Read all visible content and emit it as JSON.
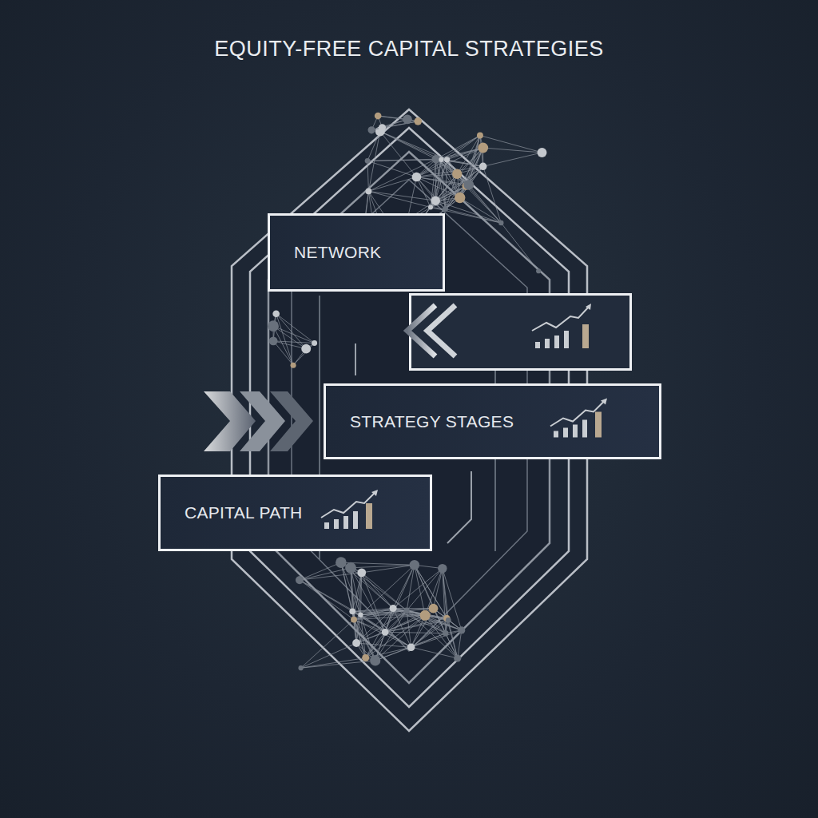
{
  "diagram": {
    "title": "EQUITY-FREE CAPITAL STRATEGIES",
    "nodes": [
      {
        "text": [
          "NETWORK"
        ]
      },
      {
        "text": [
          "STRATEGY STAGES"
        ]
      },
      {
        "text": [
          "CAPITAL PATH"
        ]
      }
    ]
  }
}
